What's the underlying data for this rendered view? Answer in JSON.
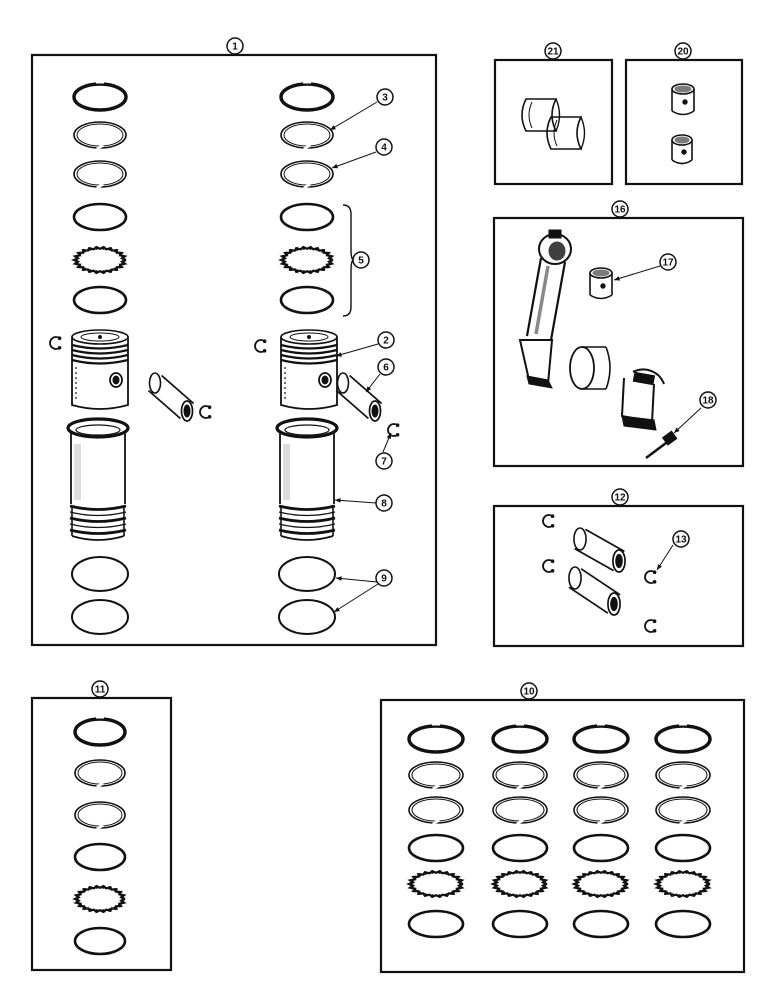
{
  "diagram": {
    "style": "exploded parts illustration, black line art on white",
    "ink_color": "#111111",
    "paper_color": "#ffffff",
    "groups": [
      {
        "callout": "1",
        "name": "piston-and-sleeve-kit"
      },
      {
        "callout": "21",
        "name": "bearing-shell-kit"
      },
      {
        "callout": "20",
        "name": "bushing-kit"
      },
      {
        "callout": "16",
        "name": "connecting-rod-assembly"
      },
      {
        "callout": "12",
        "name": "piston-pin-kit"
      },
      {
        "callout": "11",
        "name": "piston-ring-set"
      },
      {
        "callout": "10",
        "name": "piston-ring-set-four-cylinder"
      }
    ],
    "part_callouts": [
      "2",
      "3",
      "4",
      "5",
      "6",
      "7",
      "8",
      "9",
      "13",
      "17",
      "18"
    ]
  }
}
